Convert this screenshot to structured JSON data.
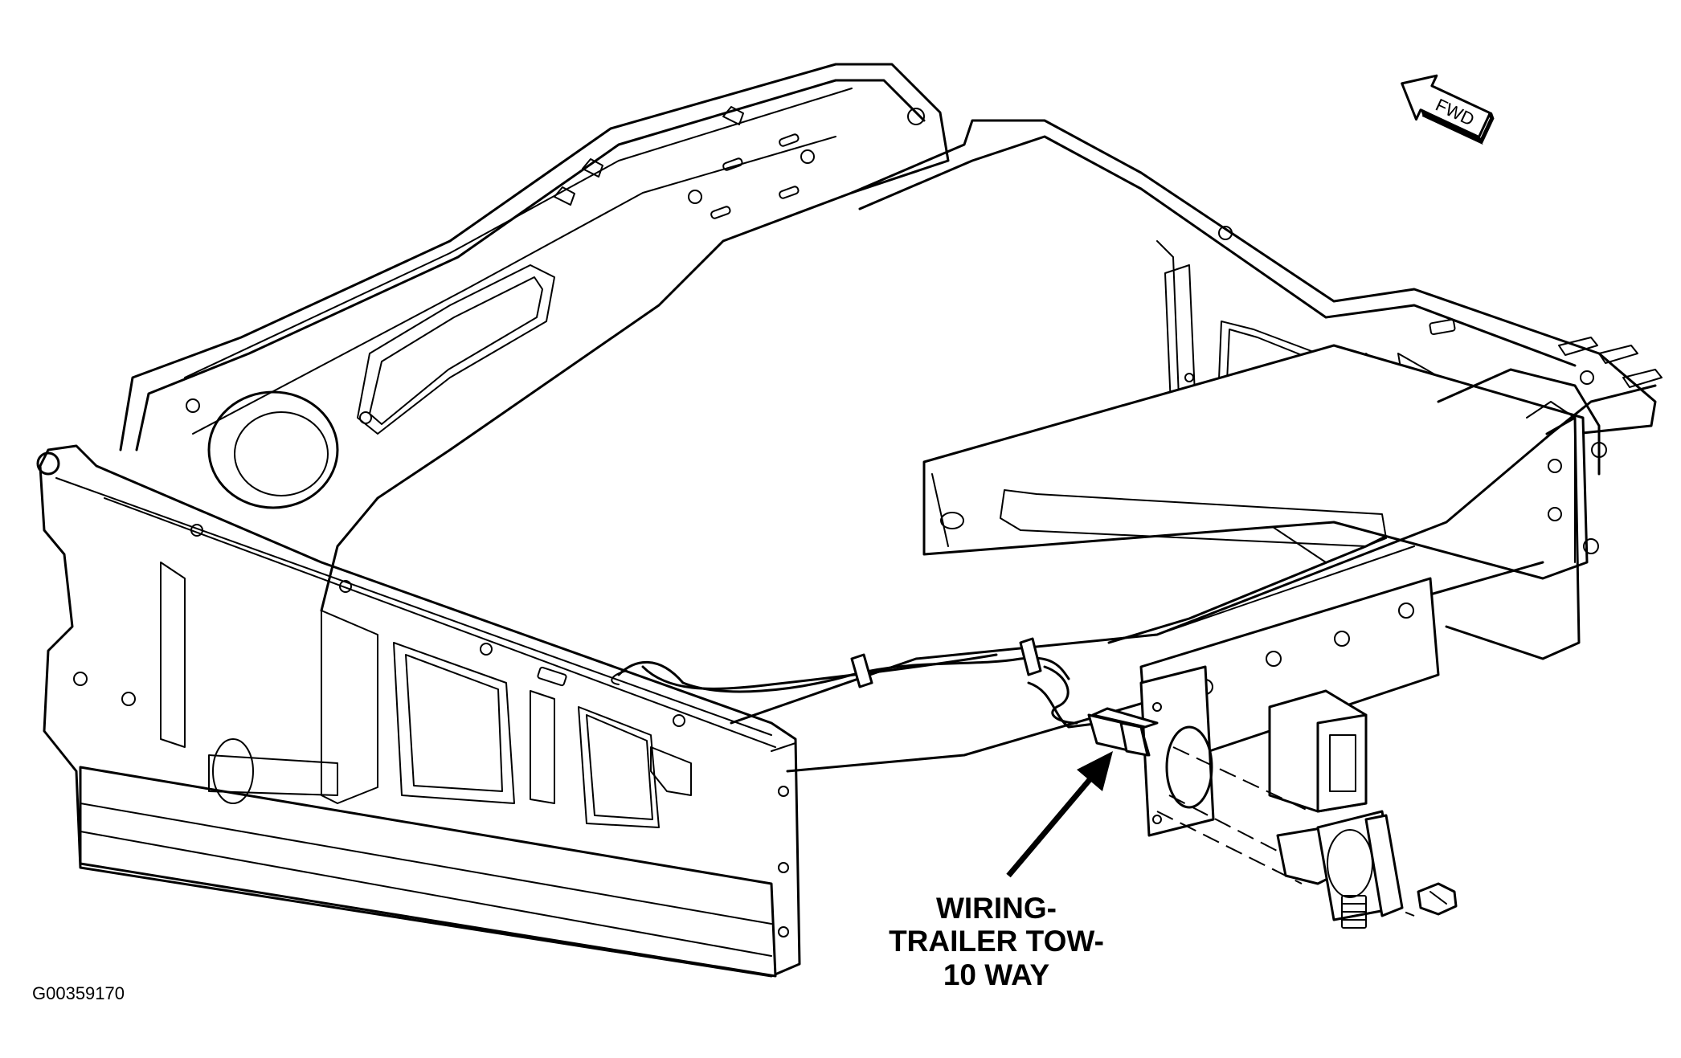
{
  "callout": {
    "line1": "WIRING-",
    "line2": "TRAILER TOW-",
    "line3": "10 WAY"
  },
  "figure_id": "G00359170",
  "direction_indicator": {
    "label": "FWD"
  },
  "icons": {
    "direction": "forward-arrow-icon"
  },
  "colors": {
    "line": "#000000",
    "background": "#ffffff"
  }
}
